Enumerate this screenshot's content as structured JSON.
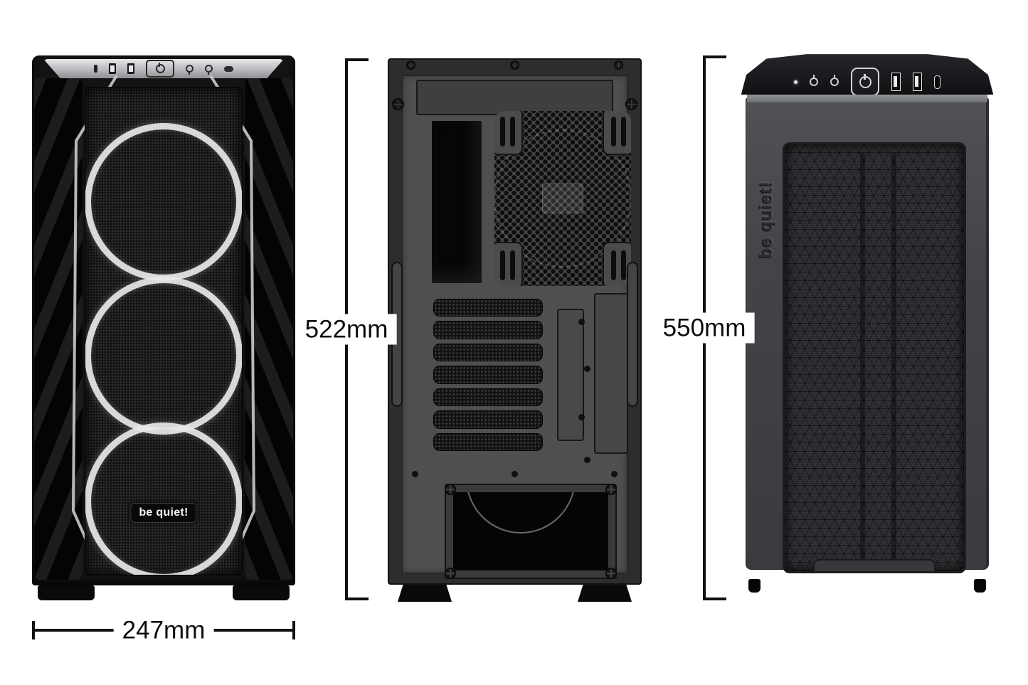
{
  "figure": {
    "background": "#ffffff",
    "annotation_line_color": "#111111"
  },
  "brand": {
    "front_badge": "be quiet!",
    "side_embossed": "be quiet!"
  },
  "dimensions": {
    "width": "247mm",
    "depth": "522mm",
    "height": "550mm"
  },
  "views": {
    "front": "front view with three LED ring fans",
    "rear": "rear view with exhaust fan grille and seven PCI slots",
    "front_mesh": "front mesh view with top I/O panel"
  },
  "front_io_icons": [
    "usb-c-port",
    "usb-a-port",
    "usb-a-port",
    "power-button",
    "mic-jack",
    "headphone-jack",
    "led-button"
  ],
  "mesh_front_io_icons": [
    "hdd-led",
    "headphone-jack",
    "mic-jack",
    "power-button",
    "usb-a-port",
    "usb-a-port",
    "usb-c-port"
  ],
  "accent_colors": {
    "fan_ring": "#e9e9e9",
    "trim": "#c9cbcd",
    "chassis_black": "#131313",
    "rear_panel_gray": "#4e4f51"
  }
}
